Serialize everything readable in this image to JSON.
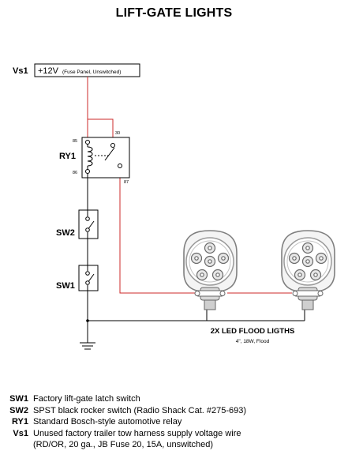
{
  "title": "LIFT-GATE LIGHTS",
  "supply": {
    "id": "Vs1",
    "voltage": "+12V",
    "note": "(Fuse Panel, Unswitched)"
  },
  "relay": {
    "id": "RY1",
    "pin_85": "85",
    "pin_86": "86",
    "pin_30": "30",
    "pin_87": "87"
  },
  "switches": [
    {
      "id": "SW2"
    },
    {
      "id": "SW1"
    }
  ],
  "lights": {
    "label": "2X LED FLOOD LIGTHS",
    "spec": "4\", 18W, Flood"
  },
  "legend": [
    {
      "id": "SW1",
      "desc": "Factory lift-gate latch switch"
    },
    {
      "id": "SW2",
      "desc": "SPST black rocker switch (Radio Shack Cat. #275-693)"
    },
    {
      "id": "RY1",
      "desc": "Standard Bosch-style automotive relay"
    },
    {
      "id": "Vs1",
      "desc": "Unused factory trailer tow harness supply voltage wire\n(RD/OR, 20 ga., JB Fuse 20, 15A, unswitched)"
    }
  ],
  "colors": {
    "positive_wire": "#cc2a2a",
    "ground_wire": "#000000"
  }
}
